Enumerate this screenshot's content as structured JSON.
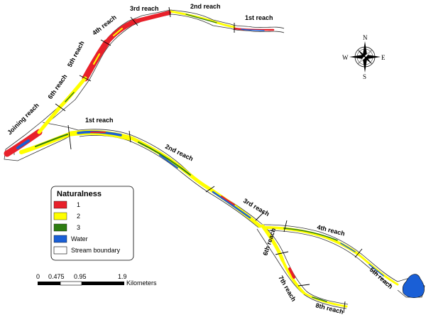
{
  "reaches_upper": [
    {
      "id": "u1",
      "text": "1st reach"
    },
    {
      "id": "u2",
      "text": "2nd reach"
    },
    {
      "id": "u3",
      "text": "3rd reach"
    },
    {
      "id": "u4",
      "text": "4th reach"
    },
    {
      "id": "u5",
      "text": "5th reach"
    },
    {
      "id": "u6",
      "text": "6th reach"
    },
    {
      "id": "uj",
      "text": "Joining reach"
    }
  ],
  "reaches_lower": [
    {
      "id": "l1",
      "text": "1st reach"
    },
    {
      "id": "l2",
      "text": "2nd reach"
    },
    {
      "id": "l3",
      "text": "3rd reach"
    },
    {
      "id": "l4",
      "text": "4th reach"
    },
    {
      "id": "l5",
      "text": "5th reach"
    },
    {
      "id": "l6",
      "text": "6th reach"
    },
    {
      "id": "l7",
      "text": "7th reach"
    },
    {
      "id": "l8",
      "text": "8th reach"
    }
  ],
  "compass": {
    "n": "N",
    "s": "S",
    "e": "E",
    "w": "W"
  },
  "legend": {
    "title": "Naturalness",
    "items": [
      {
        "label": "1",
        "color": "#e8202a"
      },
      {
        "label": "2",
        "color": "#ffff00"
      },
      {
        "label": "3",
        "color": "#2e7d12"
      },
      {
        "label": "Water",
        "color": "#1a5fd6"
      },
      {
        "label": "Stream boundary",
        "color": "#ffffff"
      }
    ]
  },
  "scale": {
    "ticks": [
      "0",
      "0.475",
      "0.95",
      "1.9"
    ],
    "unit": "Kilometers"
  }
}
